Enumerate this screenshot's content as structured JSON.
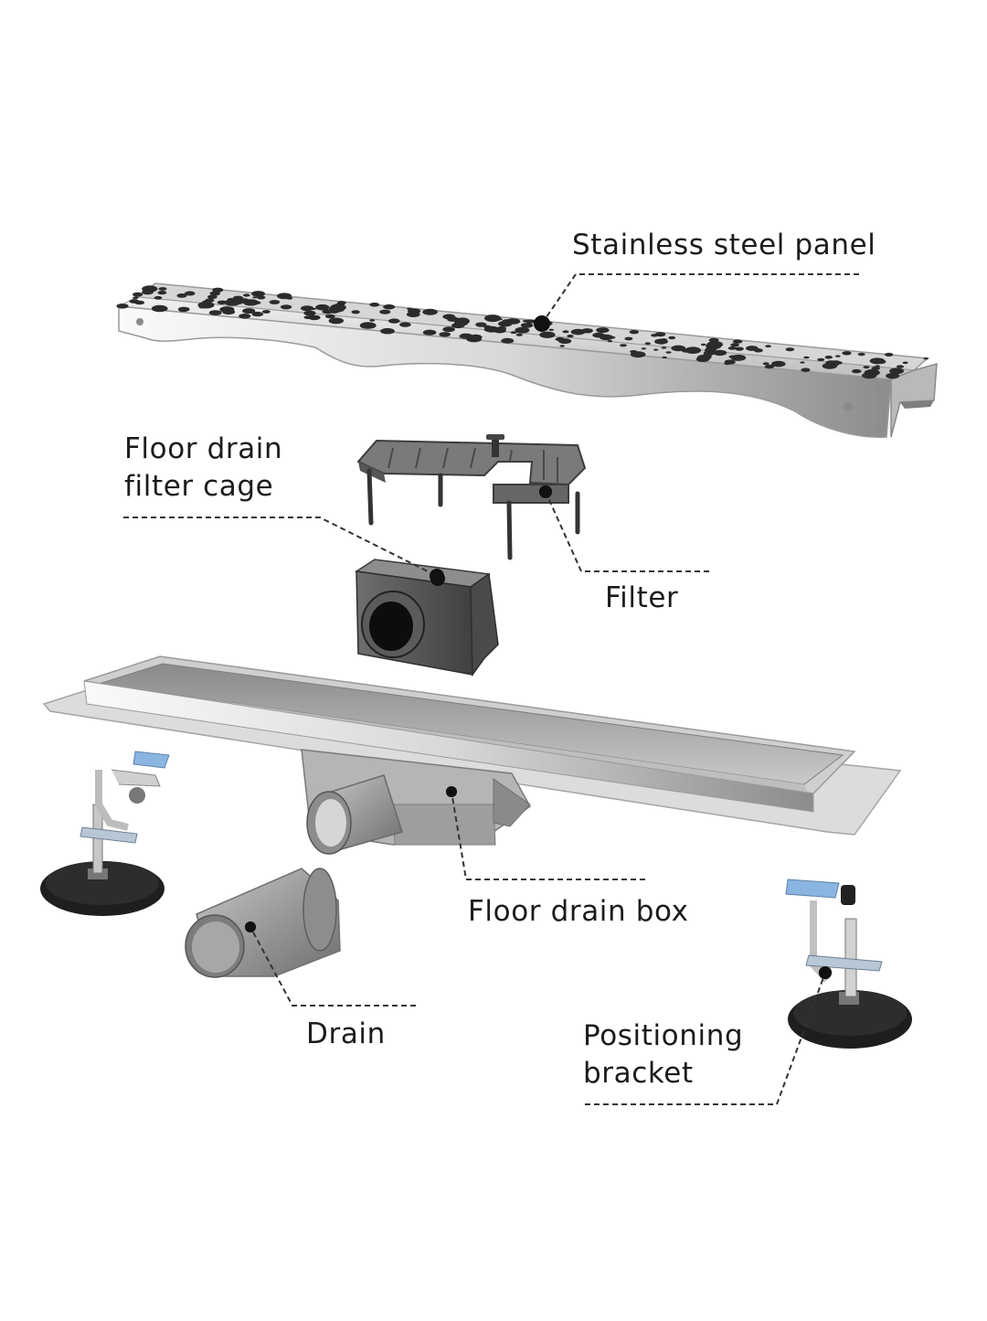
{
  "labels": {
    "panel": "Stainless steel panel",
    "cage_line1": "Floor drain",
    "cage_line2": "filter cage",
    "filter": "Filter",
    "box": "Floor drain box",
    "drain": "Drain",
    "bracket_line1": "Positioning",
    "bracket_line2": "bracket"
  },
  "colors": {
    "text": "#1c1c1c",
    "steel_light": "#e6e6e6",
    "steel_dark": "#9a9a9a",
    "plastic_grey": "#5a5a5a",
    "rubber_black": "#1a1a1a"
  }
}
